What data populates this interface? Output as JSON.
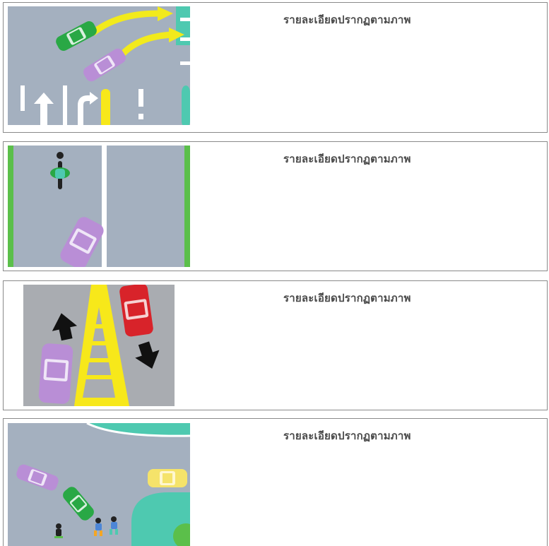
{
  "cards": [
    {
      "caption": "รายละเอียดปรากฏตามภาพ",
      "image": "traffic-scene-cars-turning-into-lanes"
    },
    {
      "caption": "รายละเอียดปรากฏตามภาพ",
      "image": "traffic-scene-motorcycle-and-car-overtaking"
    },
    {
      "caption": "รายละเอียดปรากฏตามภาพ",
      "image": "traffic-scene-opposing-lanes-with-yellow-median"
    },
    {
      "caption": "รายละเอียดปรากฏตามภาพ",
      "image": "traffic-scene-intersection-with-pedestrians"
    }
  ],
  "colors": {
    "road": "#a4b0bf",
    "arrow_yellow": "#f2ea1c",
    "lane_yellow": "#f7e81a",
    "car_green": "#29a845",
    "car_purple": "#b98ed6",
    "car_red": "#d8232a",
    "car_yellow": "#f5e36a",
    "verge_green": "#5bbf4a",
    "teal_island": "#4ec9b0",
    "border": "#8a8a8a",
    "caption_text": "#4a4a4a"
  }
}
